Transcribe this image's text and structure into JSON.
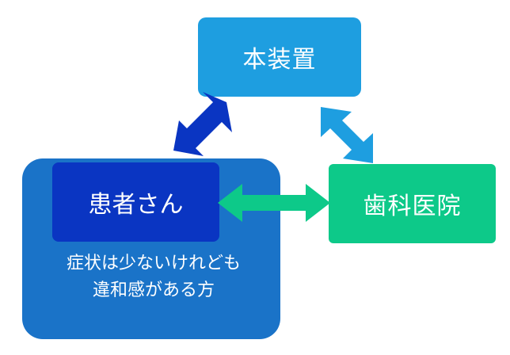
{
  "nodes": {
    "device": "本装置",
    "patient": "患者さん",
    "clinic": "歯科医院"
  },
  "patient_description": {
    "line1": "症状は少ないけれども",
    "line2": "違和感がある方"
  },
  "colors": {
    "device_fill": "#1e9ee0",
    "patient_group_fill": "#1a73c8",
    "patient_fill": "#0a35c2",
    "clinic_fill": "#0dc989",
    "arrow_patient_device": "#0a35c2",
    "arrow_device_clinic": "#1e9ee0",
    "arrow_patient_clinic": "#0dc989"
  },
  "edges": [
    {
      "from": "patient",
      "to": "device",
      "direction": "both"
    },
    {
      "from": "device",
      "to": "clinic",
      "direction": "both"
    },
    {
      "from": "patient",
      "to": "clinic",
      "direction": "both"
    }
  ]
}
